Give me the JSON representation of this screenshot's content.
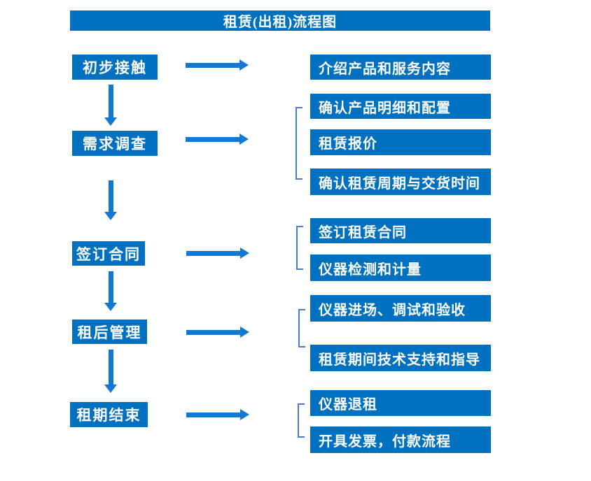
{
  "title": "租赁(出租)流程图",
  "colors": {
    "primary": "#0070C0",
    "arrow": "#1377D4",
    "bracket": "#4A7CC7",
    "text": "#FFFFFF"
  },
  "stages": [
    {
      "label": "初步接触",
      "outputs": [
        "介绍产品和服务内容"
      ]
    },
    {
      "label": "需求调查",
      "outputs": [
        "确认产品明细和配置",
        "租赁报价",
        "确认租赁周期与交货时间"
      ]
    },
    {
      "label": "签订合同",
      "outputs": [
        "签订租赁合同",
        "仪器检测和计量"
      ]
    },
    {
      "label": "租后管理",
      "outputs": [
        "仪器进场、调试和验收",
        "租赁期间技术支持和指导"
      ]
    },
    {
      "label": "租期结束",
      "outputs": [
        "仪器退租",
        "开具发票，付款流程"
      ]
    }
  ]
}
